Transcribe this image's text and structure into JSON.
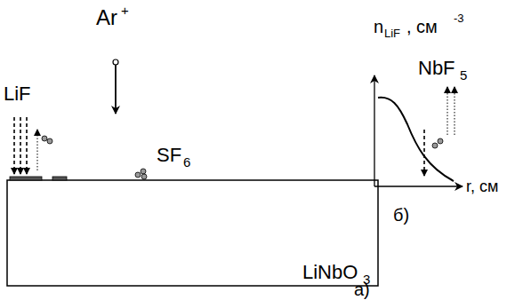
{
  "diagram": {
    "labels": [
      "Ar",
      "+",
      "LiF",
      "NbF",
      "5",
      "SF",
      "6",
      "LiNbO",
      "3",
      "а)",
      "n",
      "LiF",
      ", см",
      "-3",
      "r, см",
      "б)"
    ]
  }
}
